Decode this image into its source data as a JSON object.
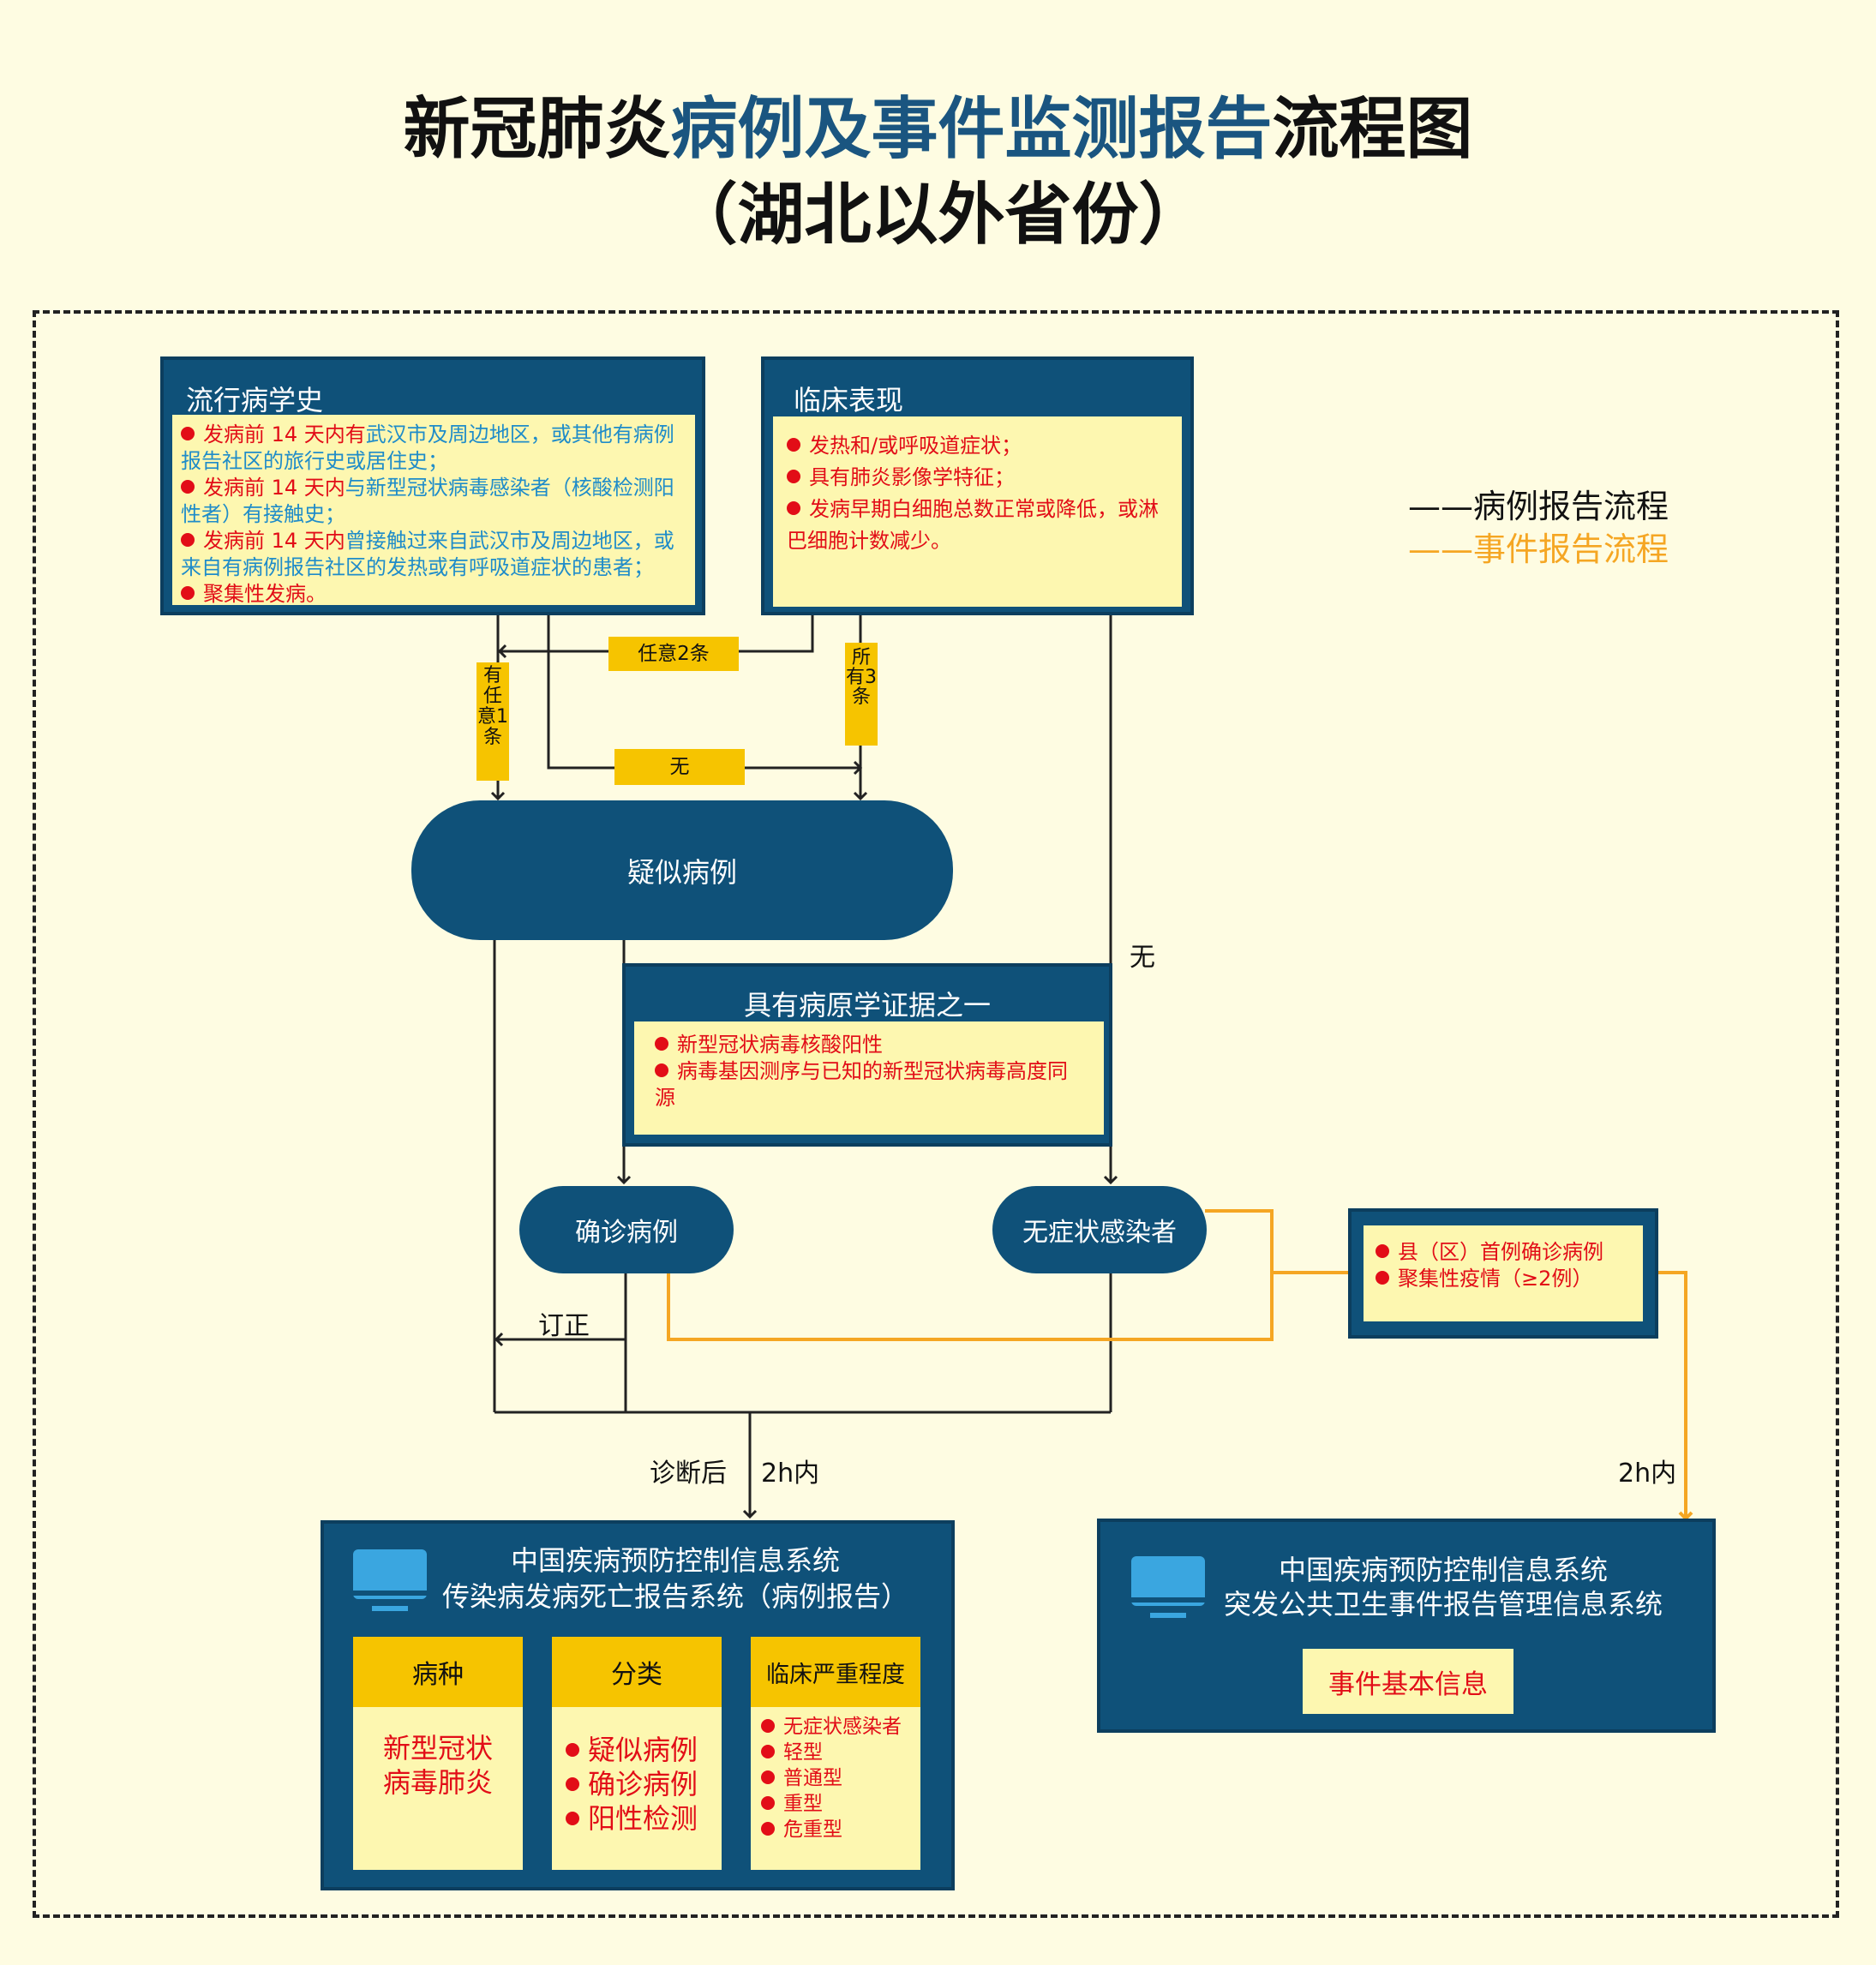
{
  "title": {
    "line1_a": "新冠肺炎",
    "line1_b": "病例及事件监测报告",
    "line1_c": "流程图",
    "line2": "（湖北以外省份）"
  },
  "legend": {
    "case_flow": "——病例报告流程",
    "event_flow": "——事件报告流程",
    "case_color": "#111111",
    "event_color": "#f5a623"
  },
  "epi_history": {
    "title": "流行病学史",
    "items": [
      {
        "red": "发病前 14 天内有",
        "blue": "武汉市及周边地区，或其他有病例报告社区的旅行史或居住史；"
      },
      {
        "red": "发病前 14 天内",
        "blue": "与新型冠状病毒感染者（核酸检测阳性者）有接触史；"
      },
      {
        "red": "发病前 14 天内",
        "blue": "曾接触过来自武汉市及周边地区，或来自有病例报告社区的发热或有呼吸道症状的患者；"
      },
      {
        "red": "聚集性发病。",
        "blue": ""
      }
    ]
  },
  "clinical": {
    "title": "临床表现",
    "items": [
      "发热和/或呼吸道症状；",
      "具有肺炎影像学特征；",
      "发病早期白细胞总数正常或降低，或淋巴细胞计数减少。"
    ]
  },
  "conditions": {
    "any_two": "任意2条",
    "any_one": "有任意1条",
    "all_three": "所有3条",
    "none_mid": "无",
    "none_right": "无"
  },
  "suspected": "疑似病例",
  "pathogen": {
    "title": "具有病原学证据之一",
    "items": [
      "新型冠状病毒核酸阳性",
      "病毒基因测序与已知的新型冠状病毒高度同源"
    ]
  },
  "confirmed": "确诊病例",
  "asymptomatic": "无症状感染者",
  "revise": "订正",
  "after_diagnosis": "诊断后",
  "within_2h_left": "2h内",
  "within_2h_right": "2h内",
  "event_box": {
    "items": [
      "县（区）首例确诊病例",
      "聚集性疫情（≥2例）"
    ]
  },
  "system_left": {
    "line1": "中国疾病预防控制信息系统",
    "line2": "传染病发病死亡报告系统（病例报告）",
    "icon": "monitor-icon",
    "columns": [
      {
        "header": "病种",
        "items": [
          "新型冠状",
          "病毒肺炎"
        ],
        "bulleted": false
      },
      {
        "header": "分类",
        "items": [
          "疑似病例",
          "确诊病例",
          "阳性检测"
        ],
        "bulleted": true
      },
      {
        "header": "临床严重程度",
        "items": [
          "无症状感染者",
          "轻型",
          "普通型",
          "重型",
          "危重型"
        ],
        "bulleted": true
      }
    ]
  },
  "system_right": {
    "line1": "中国疾病预防控制信息系统",
    "line2": "突发公共卫生事件报告管理信息系统",
    "icon": "monitor-icon",
    "button": "事件基本信息"
  }
}
